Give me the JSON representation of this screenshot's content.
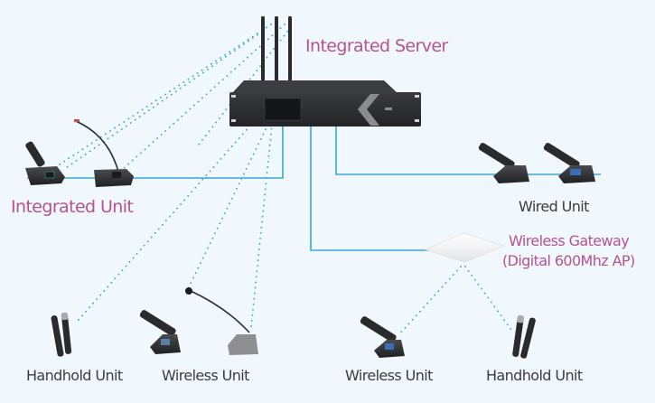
{
  "diagram": {
    "title": "Integrated conference system topology",
    "colors": {
      "background": "#f0f8fe",
      "label_accent": "#b5528f",
      "label_dark": "#3b3b3b",
      "wired_link": "#3aa7d6",
      "wireless_link": "#3aa7d6",
      "device_dark": "#2e2f31"
    },
    "nodes": {
      "server": {
        "label": "Integrated Server",
        "icon": "rack-server-with-antennas-icon"
      },
      "integrated_unit": {
        "label": "Integrated Unit",
        "icon": "conference-microphone-icon"
      },
      "wired_unit": {
        "label": "Wired Unit",
        "icon": "conference-microphone-icon"
      },
      "wireless_gateway": {
        "label_line1": "Wireless Gateway",
        "label_line2": "(Digital 600Mhz AP)",
        "icon": "ceiling-access-point-icon"
      },
      "handhold_unit_left": {
        "label": "Handhold Unit",
        "icon": "handheld-microphone-icon"
      },
      "wireless_unit_left": {
        "label": "Wireless Unit",
        "icon": "conference-microphone-icon"
      },
      "wireless_unit_right": {
        "label": "Wireless Unit",
        "icon": "conference-microphone-icon"
      },
      "handhold_unit_right": {
        "label": "Handhold Unit",
        "icon": "handheld-microphone-icon"
      }
    },
    "links": [
      {
        "from": "server",
        "to": "integrated_unit",
        "type": "wired"
      },
      {
        "from": "server",
        "to": "wired_unit",
        "type": "wired"
      },
      {
        "from": "server",
        "to": "wireless_gateway",
        "type": "wired"
      },
      {
        "from": "server",
        "to": "integrated_unit",
        "type": "wireless"
      },
      {
        "from": "server",
        "to": "handhold_unit_left",
        "type": "wireless"
      },
      {
        "from": "server",
        "to": "wireless_unit_left",
        "type": "wireless"
      },
      {
        "from": "wireless_gateway",
        "to": "wireless_unit_right",
        "type": "wireless"
      },
      {
        "from": "wireless_gateway",
        "to": "handhold_unit_right",
        "type": "wireless"
      }
    ]
  }
}
